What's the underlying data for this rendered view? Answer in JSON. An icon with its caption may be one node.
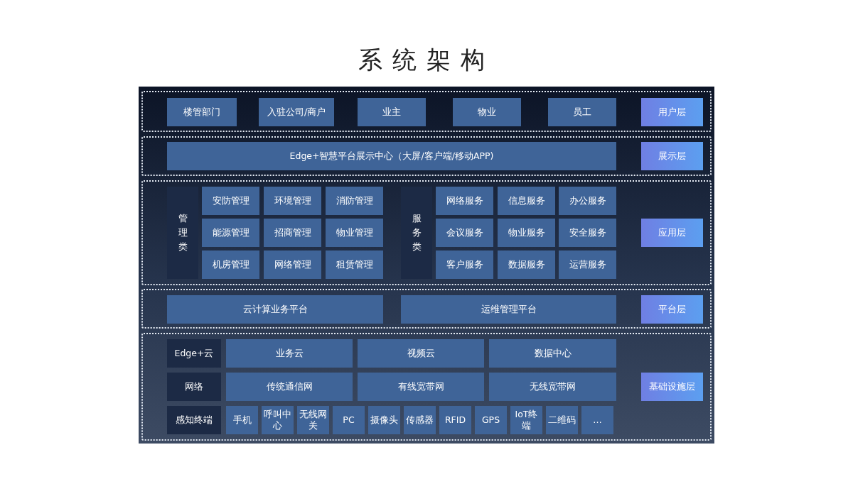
{
  "diagram": {
    "title": "系统架构",
    "nodes": [
      {
        "text": [],
        "shape": "box"
      },
      {
        "text": [
          "楼管部门"
        ],
        "in": 0
      },
      {
        "text": [
          "入驻公司/商户"
        ],
        "in": 0
      },
      {
        "text": [
          "业主"
        ],
        "in": 0
      },
      {
        "text": [
          "物业"
        ],
        "in": 0
      },
      {
        "text": [
          "员工"
        ],
        "in": 0
      },
      {
        "text": [
          "用户层"
        ],
        "in": 0
      },
      {
        "text": [],
        "shape": "box"
      },
      {
        "text": [
          "Edge+智慧平台展示中心（大屏/客户端/移动APP)"
        ],
        "in": 7
      },
      {
        "text": [
          "展示层"
        ],
        "in": 7
      },
      {
        "text": [],
        "shape": "box"
      },
      {
        "text": [
          "管理类"
        ],
        "in": 10
      },
      {
        "text": [
          "安防管理"
        ],
        "in": 10
      },
      {
        "text": [
          "环境管理"
        ],
        "in": 10
      },
      {
        "text": [
          "消防管理"
        ],
        "in": 10
      },
      {
        "text": [
          "能源管理"
        ],
        "in": 10
      },
      {
        "text": [
          "招商管理"
        ],
        "in": 10
      },
      {
        "text": [
          "物业管理"
        ],
        "in": 10
      },
      {
        "text": [
          "机房管理"
        ],
        "in": 10
      },
      {
        "text": [
          "网络管理"
        ],
        "in": 10
      },
      {
        "text": [
          "租赁管理"
        ],
        "in": 10
      },
      {
        "text": [
          "服务类"
        ],
        "in": 10
      },
      {
        "text": [
          "网络服务"
        ],
        "in": 10
      },
      {
        "text": [
          "信息服务"
        ],
        "in": 10
      },
      {
        "text": [
          "办公服务"
        ],
        "in": 10
      },
      {
        "text": [
          "会议服务"
        ],
        "in": 10
      },
      {
        "text": [
          "物业服务"
        ],
        "in": 10
      },
      {
        "text": [
          "安全服务"
        ],
        "in": 10
      },
      {
        "text": [
          "客户服务"
        ],
        "in": 10
      },
      {
        "text": [
          "数据服务"
        ],
        "in": 10
      },
      {
        "text": [
          "运营服务"
        ],
        "in": 10
      },
      {
        "text": [
          "应用层"
        ],
        "in": 10
      },
      {
        "text": [],
        "shape": "box"
      },
      {
        "text": [
          "云计算业务平台"
        ],
        "in": 32
      },
      {
        "text": [
          "运维管理平台"
        ],
        "in": 32
      },
      {
        "text": [
          "平台层"
        ],
        "in": 32
      },
      {
        "text": [],
        "shape": "box"
      },
      {
        "text": [
          "Edge+云"
        ],
        "in": 36
      },
      {
        "text": [
          "业务云"
        ],
        "in": 36
      },
      {
        "text": [
          "视频云"
        ],
        "in": 36
      },
      {
        "text": [
          "数据中心"
        ],
        "in": 36
      },
      {
        "text": [
          "网络"
        ],
        "in": 36
      },
      {
        "text": [
          "传统通信网"
        ],
        "in": 36
      },
      {
        "text": [
          "有线宽带网"
        ],
        "in": 36
      },
      {
        "text": [
          "无线宽带网"
        ],
        "in": 36
      },
      {
        "text": [
          "感知终端"
        ],
        "in": 36
      },
      {
        "text": [
          "手机"
        ],
        "in": 36
      },
      {
        "text": [
          "呼叫中心"
        ],
        "in": 36
      },
      {
        "text": [
          "无线网关"
        ],
        "in": 36
      },
      {
        "text": [
          "PC"
        ],
        "in": 36
      },
      {
        "text": [
          "摄像头"
        ],
        "in": 36
      },
      {
        "text": [
          "传感器"
        ],
        "in": 36
      },
      {
        "text": [
          "RFID"
        ],
        "in": 36
      },
      {
        "text": [
          "GPS"
        ],
        "in": 36
      },
      {
        "text": [
          "IoT终端"
        ],
        "in": 36
      },
      {
        "text": [
          "二维码"
        ],
        "in": 36
      },
      {
        "text": [
          "…"
        ],
        "in": 36
      },
      {
        "text": [
          "基础设施层"
        ],
        "in": 36
      }
    ],
    "edges": []
  }
}
